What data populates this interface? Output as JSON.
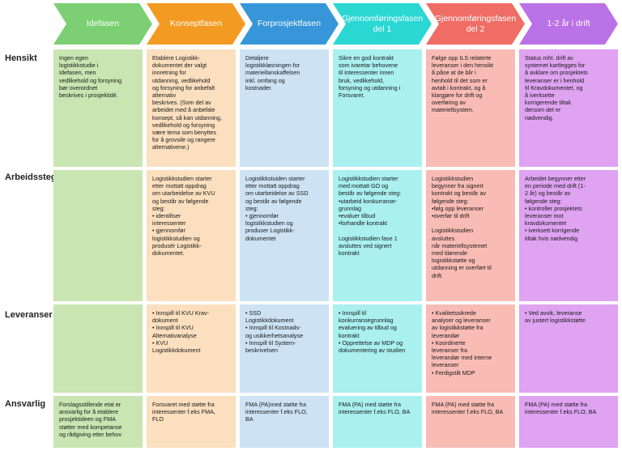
{
  "phases": [
    {
      "title": "Idefasen",
      "color": "#7dcf73"
    },
    {
      "title": "Konseptfasen",
      "color": "#f39a22"
    },
    {
      "title": "Forprosjektfasen",
      "color": "#3796d9"
    },
    {
      "title": "Gjennomføringsfasen\ndel 1",
      "color": "#2ad7d3"
    },
    {
      "title": "Gjennomføringsfasen\ndel 2",
      "color": "#ef6d65"
    },
    {
      "title": "1-2 år i drift",
      "color": "#bb72e6"
    }
  ],
  "rows": [
    {
      "label": "Hensikt",
      "cells": [
        "Ingen egen\nlogistikkstudie i\nIdefasen, men\nvedlikehold og forsyning\nbør overordnet\nbeskrives i prosjektidé.",
        "Etablere Logistikk-\ndokumentet der valgt\ninnretning for\nutdanning, vedlikehold\nog forsyning for anbefalt\nalternativ\nbeskrives. (Som del av\narbeidet med å anbefale\nkonsept, så kan utdanning,\nvedlikehold og forsyning\nvære tema som benyttes\nfor å grovsile og rangere\nalternativene.)",
        "Detaljere\nlogistikkløsningen for\nmateriellanskaffelsen\ninkl. omfang og\nkostnader.",
        "Sikre en god kontrakt\nsom ivaretar behovene\ntil interessenter innen\nbruk, vedlikehold,\nforsyning og utdanning i\nForsvaret.",
        "Følge opp ILS relaterte\nleveranser i den hensikt\nå påse at de blir i\nhenhold til det som er\navtalt i kontrakt, og å\nklargjøre for drift og\noverføring av\nmateriellsystem.",
        "Status mht. drift av\nsystemet kartlegges for\nå avklare om prosjektets\nleveranser er i henhold\ntil Kravdokumentet, og\nå iverksette\nkorrigerende tiltak\ndersom det er\nnødvendig."
      ]
    },
    {
      "label": "Arbeidssteg",
      "cells": [
        "",
        "Logistikkstudien starter\netter mottatt oppdrag\nom utarbeidelse av KVU\nog består av følgende\nsteg:\n• identifiser\ninteressenter\n• gjennomfør\nlogistikkstudien og\nprodusér Logistikk-\ndokumentet.",
        "Logistikkstuiden starter\netter mottatt oppdrag\nom utarbeidelse av SSD\nog består av følgende\nsteg:\n• gjennomfør\nlogistikkstudien og\nproduser Logistikk-\ndokumentet",
        "Logistikkstudien starter\nmed mottatt GO og\nbestår av følgende steg:\n•utarbeid konkurranse-\ngrunnlag\n•evaluer tilbud\n•forhandle kontrakt\n\nLogistikkstudien fase 1\navsluttes ved signert\nkontrakt",
        "Logistikkstudien\nbegynner fra signert\nkontrakt og består av\nfølgende steg:\n•følg opp leveranser\n•overfør til drift\n\nLogistikkstudien\navsluttes\nnår materiellsystemet\nmed tilørende\nlogistikkstøtte og\nutdanning er overført til\ndrift.",
        "Arbeidet begynner etter\nen periode med drift (1-\n2 år) og består av\nfølgende steg:\n• kontroller prosjektets\nleveranser mot\nkravdokumentet\n• iverksett korrigende\ntiltak hvis nødvendig"
      ]
    },
    {
      "label": "Leveranser",
      "cells": [
        "",
        "• Innspill til KVU Krav-\ndokument\n• Innspill til KVU\nAlternativanalyse\n• KVU\nLogistikkdokument",
        "• SSD\nLogistikkdokument\n• Innspill til Kostnads-\nog usikkerhetsanalyse\n• Innspill til System-\nbeskrivelsen",
        "• Innspill til\nkonkurransegrunnlag\nevaluering av tilbud og\nkontrakt\n• Opprettelse av MDP og\ndokumentering av studien",
        "• Kvalitetssikrede\nanalyser og leveranser\nav logistikkstøtte fra\nleverandør\n• Koordinerte\nleveranser fra\nleverandør med interne\nleveranser\n• Ferdigstilt MDP",
        "• Ved avvik, leveranse\nav justert logistikkstøtte"
      ]
    },
    {
      "label": "Ansvarlig",
      "cells": [
        "Forslagsstillende etat er\nansvarlig for å etablere\nprosjektideen og FMA\nstøtter med kompetanse\nog rådgiving etter behov",
        "Forsvaret med støtte fra\ninteressenter f.eks FMA,\nFLO",
        "FMA (PA)med støtte fra\ninteressenter f.eks FLO,\nBA",
        "FMA (PA) med støtte fra\ninteressenter f.eks FLO, BA",
        "FMA (PA) med støtte fra\ninteressenter f.eks FLO, BA",
        "FMA  (PA) med støtte fra\ninteressenter f.eks FLO, BA"
      ]
    }
  ]
}
